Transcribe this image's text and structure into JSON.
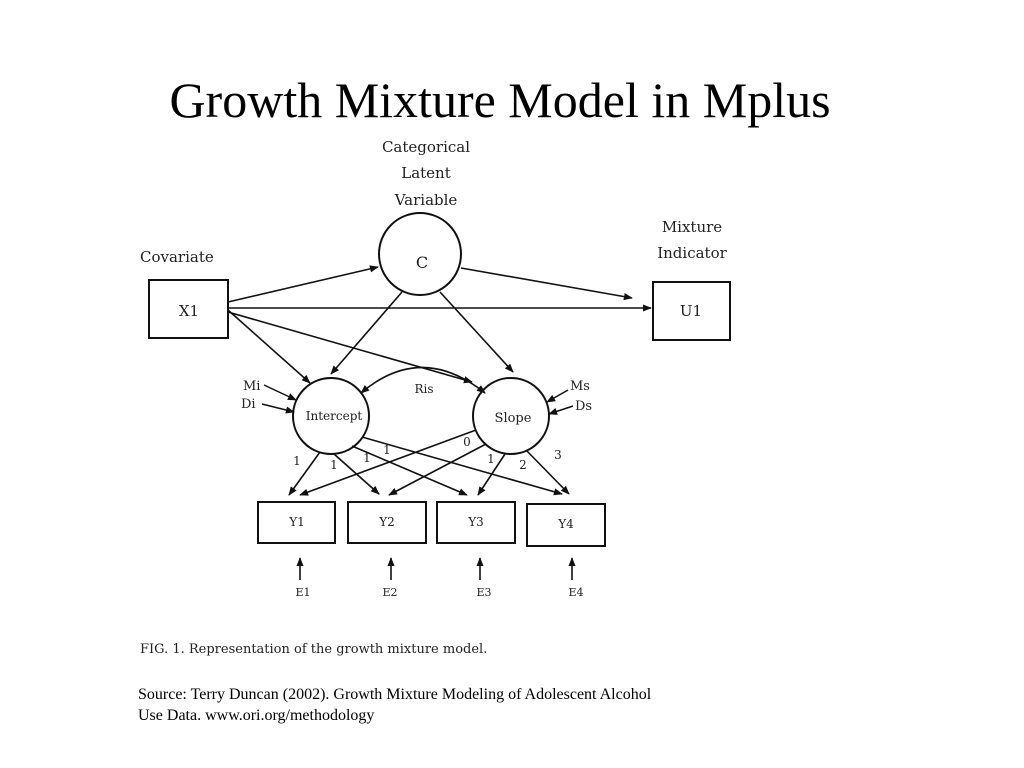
{
  "title": "Growth Mixture Model in Mplus",
  "diagram": {
    "latent_class_label": [
      "Categorical",
      "Latent",
      "Variable"
    ],
    "latent_class": "C",
    "covariate_label": "Covariate",
    "covariate": "X1",
    "mixture_indicator_label": [
      "Mixture",
      "Indicator"
    ],
    "mixture_indicator": "U1",
    "intercept": "Intercept",
    "slope": "Slope",
    "intercept_mean": "Mi",
    "intercept_disturbance": "Di",
    "slope_mean": "Ms",
    "slope_disturbance": "Ds",
    "residual_covariance": "Ris",
    "observed": [
      "Y1",
      "Y2",
      "Y3",
      "Y4"
    ],
    "errors": [
      "E1",
      "E2",
      "E3",
      "E4"
    ],
    "intercept_loadings": [
      "1",
      "1",
      "1",
      "1"
    ],
    "slope_loadings": [
      "0",
      "1",
      "2",
      "3"
    ],
    "caption": "FIG. 1. Representation of the growth mixture model."
  },
  "source": {
    "line1": "Source: Terry Duncan (2002).  Growth Mixture Modeling of Adolescent Alcohol",
    "line2": "Use Data. www.ori.org/methodology"
  }
}
